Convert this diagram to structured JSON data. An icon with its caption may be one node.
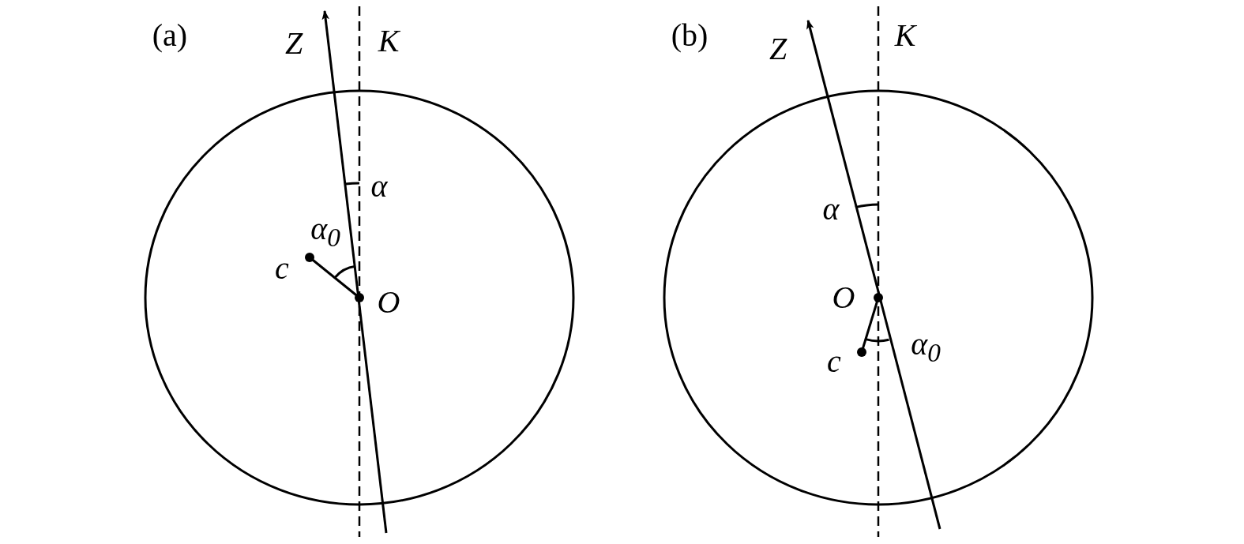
{
  "diagram": {
    "labels": [
      "(a)",
      "Z",
      "K",
      "α",
      "α$_{0}$",
      "c",
      "O",
      "(b)",
      "Z",
      "K",
      "α",
      "O",
      "α$_{0}$",
      "c"
    ]
  }
}
